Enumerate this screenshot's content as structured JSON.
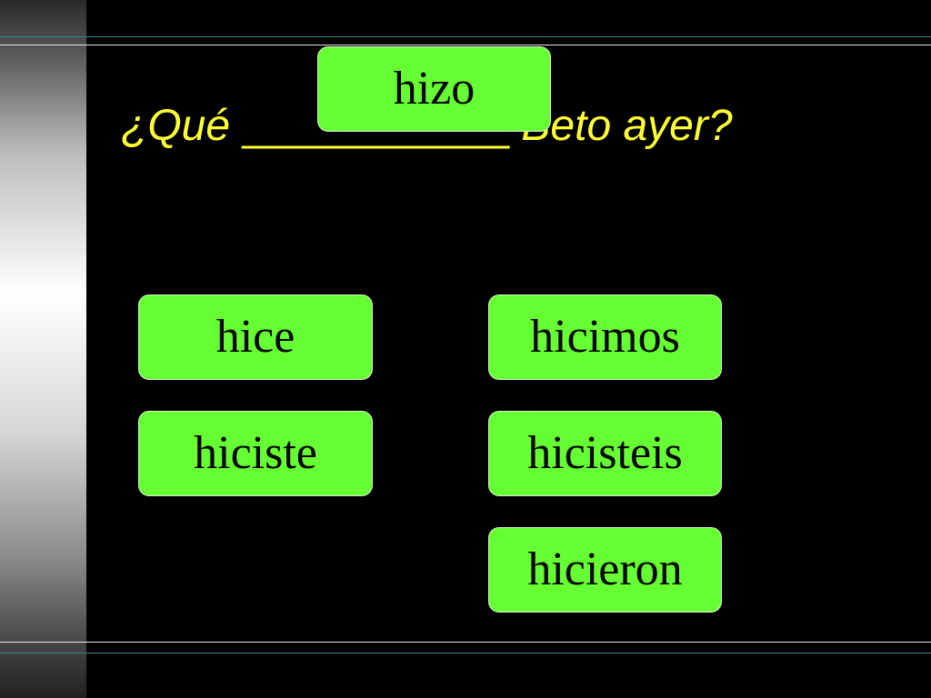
{
  "question": {
    "prefix": "¿Qué",
    "blank": "___________",
    "suffix": "Beto ayer?"
  },
  "answer_tile": {
    "label": "hizo"
  },
  "options": [
    {
      "label": "hice"
    },
    {
      "label": "hiciste"
    },
    {
      "label": "hicimos"
    },
    {
      "label": "hicisteis"
    },
    {
      "label": "hicieron"
    }
  ],
  "colors": {
    "background": "#000000",
    "question_text": "#ffff33",
    "tile_fill": "#66ff33",
    "tile_text": "#000000",
    "rule_teal": "#2f8a96"
  }
}
